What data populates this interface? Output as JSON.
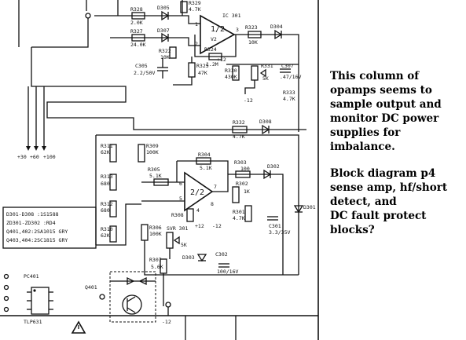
{
  "annotation": {
    "para1": "This column of\nopamps seems to\nsample output and\nmonitor DC power\nsupplies for\nimbalance.",
    "para2": "Block diagram p4\nsense amp,  hf/short\ndetect, and\nDC fault protect\nblocks?"
  },
  "schematic": {
    "top_amp": {
      "label": "1/2",
      "ref": "V2",
      "ref_num": "IC 301",
      "pins": [
        "1",
        "2",
        "3"
      ],
      "r328": "R328",
      "r328_val": "2.0K",
      "r329": "R329",
      "r329_val": "4.7K",
      "r327": "R327",
      "r327_val": "24.0K",
      "d305": "D305",
      "d307": "D307",
      "d304": "D304",
      "r323": "R323",
      "r323_val": "10K",
      "r324": "R324",
      "r324_val": "1.2M",
      "r322": "R322",
      "r322_val": "10K",
      "c305": "C305",
      "c305_val": "2.2/50V",
      "r325": "R325",
      "r325_val": "47K",
      "r330": "R330",
      "r330_val": "430K",
      "r331": "R331",
      "r331_val": "5K",
      "c307": "C307",
      "c307_val": ".47/16V",
      "r333": "R333",
      "r333_val": "4.7K",
      "plus12": "+12",
      "minus12": "-12"
    },
    "middle": {
      "r332": "R332",
      "r332_val": "4.7K",
      "d308": "D308",
      "supply_labels": [
        "+30",
        "+60",
        "+100"
      ]
    },
    "mid_amp": {
      "label": "2/2",
      "pins": [
        "4",
        "5",
        "6",
        "7",
        "8"
      ],
      "r311": "R311",
      "r311_val": "62K",
      "r309": "R309",
      "r309_val": "100K",
      "r305": "R305",
      "r305_val": "5.1K",
      "r304": "R304",
      "r304_val": "5.1K",
      "r303": "R303",
      "r303_val": "100",
      "d302": "D302",
      "r313": "R313",
      "r313_val": "680",
      "r312": "R312",
      "r312_val": "680",
      "r310": "R310",
      "r310_val": "62K",
      "r306": "R306",
      "r306_val": "100K",
      "vr301": "SVR 301",
      "vr301_val": "5K",
      "r307": "R307",
      "r307_val": "5.6K",
      "r302": "R302",
      "r302_val": "1K",
      "r301": "R301",
      "r301_val": "4.7K",
      "r308": "R308",
      "c301": "C301",
      "c301_val": "3.3/35V",
      "d301": "D301",
      "d303": "D303",
      "c302": "C302",
      "c302_val": "100/16V",
      "plus12": "+12",
      "minus12": "-12"
    },
    "notes_box": {
      "lines": [
        "D301-D308 :1S1588",
        "ZD301-ZD302 :RD4",
        "Q401,402:2SA1015 GRY",
        "Q403,404:2SC1815 GRY"
      ]
    },
    "coupler": {
      "ref": "PC401",
      "part": "TLP631"
    },
    "transistor_ref": "Q401",
    "minus12_bottom": "-12"
  }
}
